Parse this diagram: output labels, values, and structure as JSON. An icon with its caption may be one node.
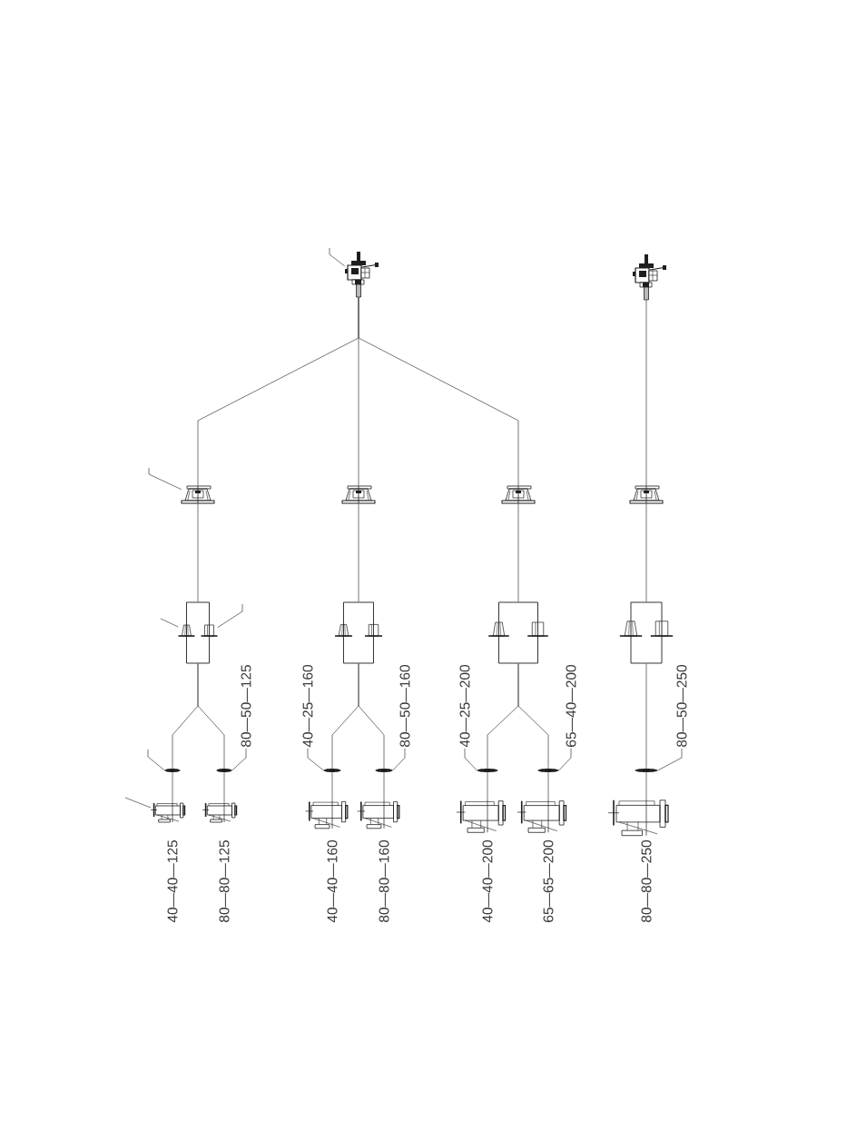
{
  "diagram": {
    "nodes": [
      {
        "text": [],
        "shape": "picture"
      },
      {
        "text": [],
        "shape": "picture"
      },
      {
        "text": [],
        "shape": "picture"
      },
      {
        "text": [],
        "shape": "picture"
      },
      {
        "text": [],
        "shape": "picture"
      },
      {
        "text": [],
        "shape": "picture"
      },
      {
        "text": [],
        "shape": "box"
      },
      {
        "text": [],
        "shape": "box"
      },
      {
        "text": [],
        "shape": "box"
      },
      {
        "text": [],
        "shape": "box"
      },
      {
        "text": [],
        "shape": "picture"
      },
      {
        "text": [],
        "shape": "picture"
      },
      {
        "text": [],
        "shape": "picture"
      },
      {
        "text": [],
        "shape": "picture"
      },
      {
        "text": [],
        "shape": "picture"
      },
      {
        "text": [],
        "shape": "picture"
      },
      {
        "text": [],
        "shape": "picture"
      },
      {
        "text": [],
        "shape": "picture"
      },
      {
        "text": [
          "80—50—125"
        ]
      },
      {
        "text": [
          "40—25—160"
        ]
      },
      {
        "text": [
          "80—50—160"
        ]
      },
      {
        "text": [
          "40—25—200"
        ]
      },
      {
        "text": [
          "65—40—200"
        ]
      },
      {
        "text": [
          "80—50—250"
        ]
      },
      {
        "text": [],
        "shape": "ellipse"
      },
      {
        "text": [],
        "shape": "ellipse"
      },
      {
        "text": [],
        "shape": "ellipse"
      },
      {
        "text": [],
        "shape": "ellipse"
      },
      {
        "text": [],
        "shape": "ellipse"
      },
      {
        "text": [],
        "shape": "ellipse"
      },
      {
        "text": [],
        "shape": "ellipse"
      },
      {
        "text": [],
        "shape": "picture",
        "beside": [
          "40—40—125"
        ]
      },
      {
        "text": [],
        "shape": "picture",
        "beside": [
          "80—80—125"
        ]
      },
      {
        "text": [],
        "shape": "picture",
        "beside": [
          "40—40—160"
        ]
      },
      {
        "text": [],
        "shape": "picture",
        "beside": [
          "80—80—160"
        ]
      },
      {
        "text": [],
        "shape": "picture",
        "beside": [
          "40—40—200"
        ]
      },
      {
        "text": [],
        "shape": "picture",
        "beside": [
          "65—65—200"
        ]
      },
      {
        "text": [],
        "shape": "picture",
        "beside": [
          "80—80—250"
        ]
      }
    ],
    "edges": [
      {
        "from": 0,
        "to": 2,
        "arrow": "none"
      },
      {
        "from": 0,
        "to": 3,
        "arrow": "none"
      },
      {
        "from": 0,
        "to": 4,
        "arrow": "none"
      },
      {
        "from": 1,
        "to": 5,
        "arrow": "none"
      },
      {
        "from": 2,
        "to": 6,
        "arrow": "none"
      },
      {
        "from": 3,
        "to": 7,
        "arrow": "none"
      },
      {
        "from": 4,
        "to": 8,
        "arrow": "none"
      },
      {
        "from": 5,
        "to": 9,
        "arrow": "none"
      },
      {
        "from": 6,
        "to": 24,
        "arrow": "none"
      },
      {
        "from": 6,
        "to": 25,
        "arrow": "none"
      },
      {
        "from": 7,
        "to": 26,
        "arrow": "none"
      },
      {
        "from": 7,
        "to": 27,
        "arrow": "none"
      },
      {
        "from": 8,
        "to": 28,
        "arrow": "none"
      },
      {
        "from": 8,
        "to": 29,
        "arrow": "none"
      },
      {
        "from": 9,
        "to": 30,
        "arrow": "none"
      },
      {
        "from": 24,
        "to": 31,
        "arrow": "none"
      },
      {
        "from": 25,
        "to": 32,
        "arrow": "none"
      },
      {
        "from": 26,
        "to": 33,
        "arrow": "none"
      },
      {
        "from": 27,
        "to": 34,
        "arrow": "none"
      },
      {
        "from": 28,
        "to": 35,
        "arrow": "none"
      },
      {
        "from": 29,
        "to": 36,
        "arrow": "none"
      },
      {
        "from": 30,
        "to": 37,
        "arrow": "none"
      },
      {
        "from": 18,
        "to": 25,
        "arrow": "none"
      },
      {
        "from": 19,
        "to": 26,
        "arrow": "none"
      },
      {
        "from": 20,
        "to": 27,
        "arrow": "none"
      },
      {
        "from": 21,
        "to": 28,
        "arrow": "none"
      },
      {
        "from": 22,
        "to": 29,
        "arrow": "none"
      },
      {
        "from": 23,
        "to": 30,
        "arrow": "none"
      },
      {
        "from": null,
        "to": 0,
        "arrow": "none"
      },
      {
        "from": null,
        "to": 2,
        "arrow": "none"
      },
      {
        "from": null,
        "to": 10,
        "arrow": "none"
      },
      {
        "from": null,
        "to": 11,
        "arrow": "none"
      },
      {
        "from": null,
        "to": 24,
        "arrow": "none"
      },
      {
        "from": null,
        "to": 31,
        "arrow": "none"
      }
    ]
  }
}
